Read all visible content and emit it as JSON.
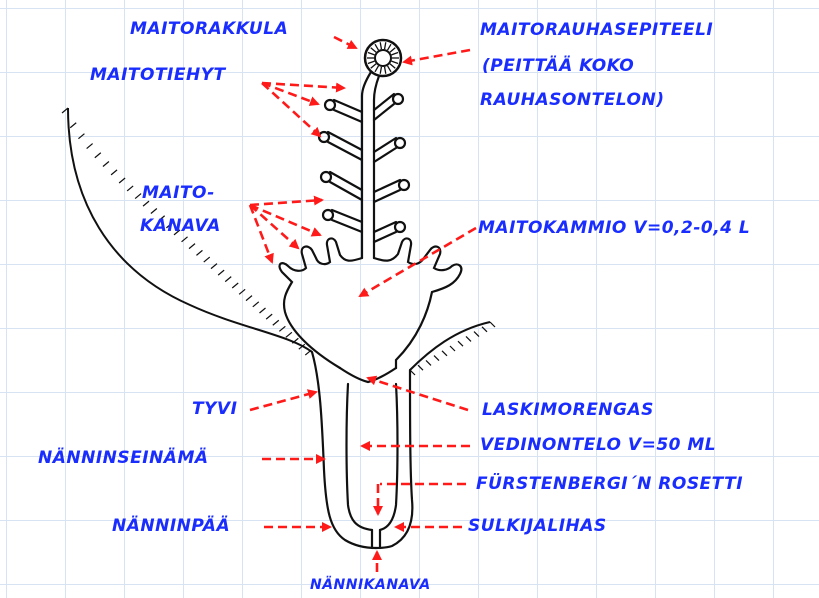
{
  "colors": {
    "label": "#1a2dff",
    "arrow": "#ff1a1a",
    "outline": "#111111",
    "grid": "#d7e3f2"
  },
  "labels": {
    "maitorakkula": "MAITORAKKULA",
    "maitorauhasepiteeli_1": "MAITORAUHASEPITEELI",
    "maitorauhasepiteeli_2": "(PEITTÄÄ KOKO",
    "maitorauhasepiteeli_3": "RAUHASONTELON)",
    "maitotiehyt": "MAITOTIEHYT",
    "maitokanava_1": "MAITO-",
    "maitokanava_2": "KANAVA",
    "maitokammio": "MAITOKAMMIO V=0,2-0,4 L",
    "tyvi": "TYVI",
    "laskimorengas": "LASKIMORENGAS",
    "nanninseinama": "NÄNNINSEINÄMÄ",
    "vedinontelo": "VEDINONTELO V=50 ML",
    "furstenberg": "FÜRSTENBERGI´N ROSETTI",
    "nanninpaa": "NÄNNINPÄÄ",
    "sulkijalihas": "SULKIJALIHAS",
    "nannikanava": "NÄNNIKANAVA"
  }
}
